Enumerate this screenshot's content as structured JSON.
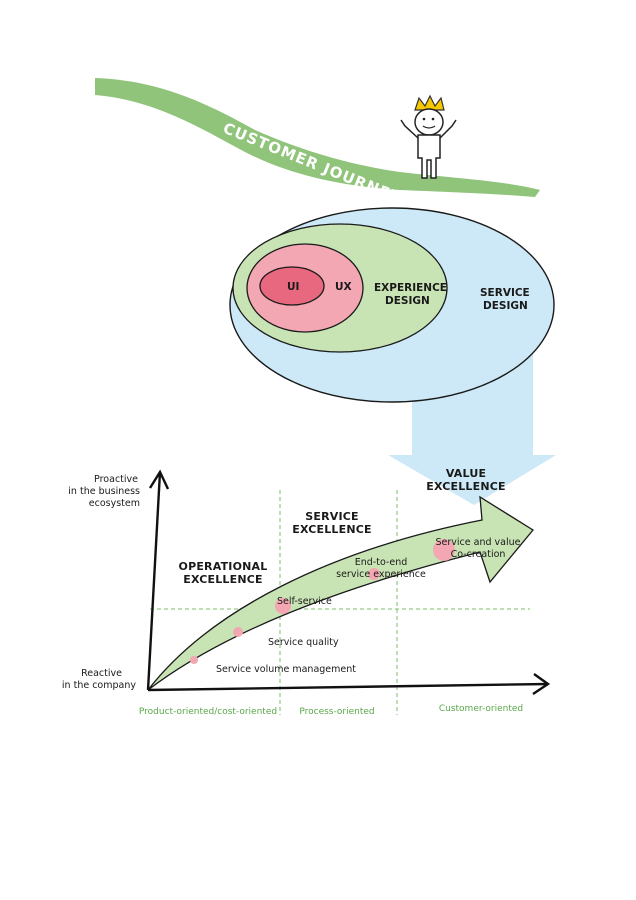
{
  "journey": {
    "label": "CUSTOMER JOURNEY"
  },
  "circles": {
    "ui": "UI",
    "ux": "UX",
    "experience_design": [
      "EXPERIENCE",
      "DESIGN"
    ],
    "service_design": [
      "SERVICE",
      "DESIGN"
    ]
  },
  "chart": {
    "y_axis": {
      "top": [
        "Proactive",
        "in the business",
        "ecosystem"
      ],
      "bottom": [
        "Reactive",
        "in the company"
      ]
    },
    "zones": {
      "operational": [
        "OPERATIONAL",
        "EXCELLENCE"
      ],
      "service": [
        "SERVICE",
        "EXCELLENCE"
      ],
      "value": [
        "VALUE",
        "EXCELLENCE"
      ]
    },
    "x_categories": [
      "Product-oriented/cost-oriented",
      "Process-oriented",
      "Customer-oriented"
    ],
    "points": {
      "service_volume": "Service volume management",
      "service_quality": "Service quality",
      "self_service": "Self-service",
      "end_to_end": [
        "End-to-end",
        "service experience"
      ],
      "co_creation": [
        "Service and value",
        "Co-creation"
      ]
    }
  },
  "colors": {
    "green_light": "#c8e3b4",
    "green_band": "#8fc47a",
    "blue_light": "#cde9f7",
    "pink_light": "#f2a7b3",
    "pink_dark": "#e8697f",
    "crown": "#f5c800",
    "axis_green": "#5aa84a"
  }
}
